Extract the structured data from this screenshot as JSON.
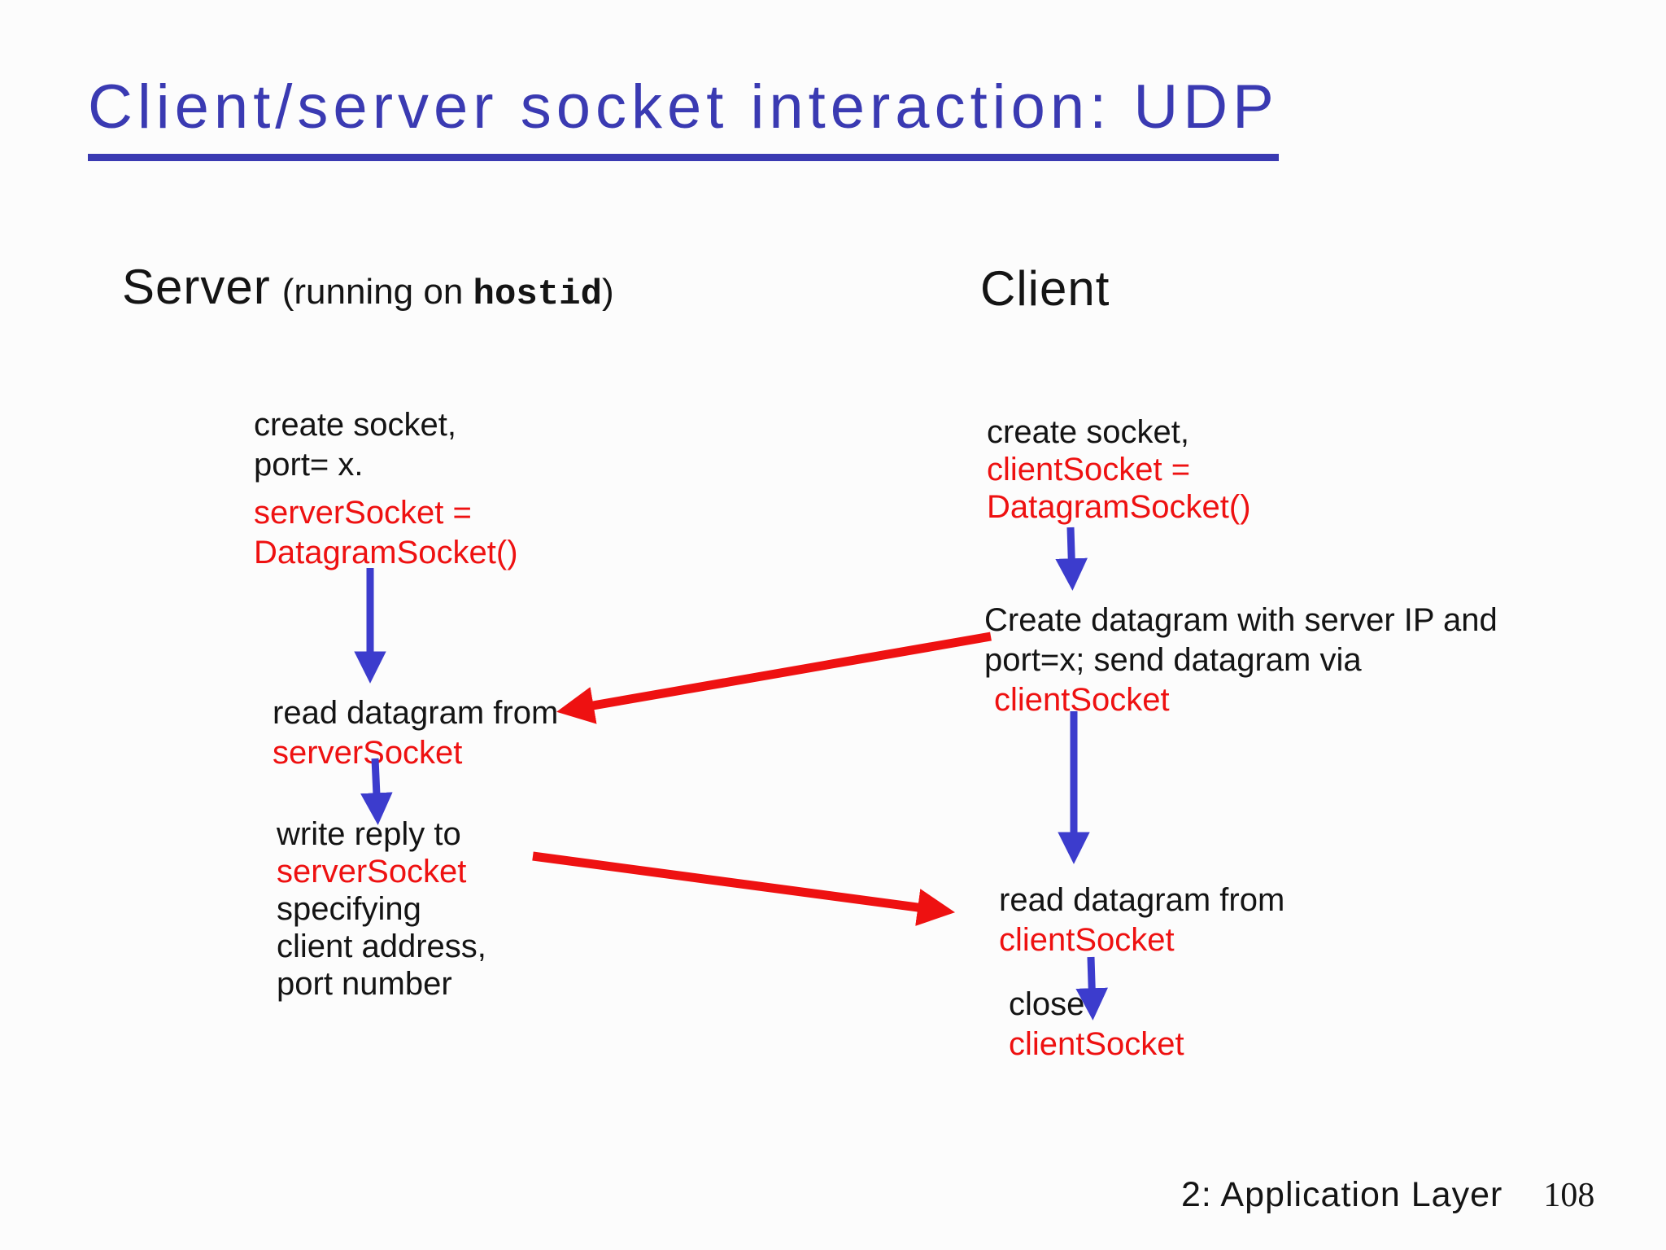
{
  "colors": {
    "title_blue": "#3a3ab2",
    "arrow_blue": "#3c3ccd",
    "accent_red": "#ee1111",
    "ink": "#141414",
    "page_bg": "#fcfcfc"
  },
  "title": "Client/server socket interaction: UDP",
  "server": {
    "heading_main": "Server",
    "heading_paren_open": "(running on ",
    "heading_hostid": "hostid",
    "heading_paren_close": ")",
    "step1": {
      "l1": "create socket,",
      "l2": "port= x.",
      "l3": "serverSocket =",
      "l4": "DatagramSocket()"
    },
    "step2": {
      "l1": "read datagram from",
      "l2": "serverSocket"
    },
    "step3": {
      "l1": "write reply to",
      "l2": "serverSocket",
      "l3": "specifying",
      "l4": "client address,",
      "l5": "port number"
    }
  },
  "client": {
    "heading_main": "Client",
    "step1": {
      "l1": "create socket,",
      "l2": "clientSocket =",
      "l3": "DatagramSocket()"
    },
    "step2": {
      "l1": "Create datagram with server IP and",
      "l2": "port=x; send datagram via",
      "l3": "clientSocket"
    },
    "step3": {
      "l1": "read datagram from",
      "l2": "clientSocket"
    },
    "step4": {
      "l1": "close",
      "l2": "clientSocket"
    }
  },
  "edges": [
    {
      "id": "server-create-to-read",
      "kind": "flow",
      "color": "blue"
    },
    {
      "id": "server-read-to-write",
      "kind": "flow",
      "color": "blue"
    },
    {
      "id": "client-create-to-send",
      "kind": "flow",
      "color": "blue"
    },
    {
      "id": "client-send-to-read",
      "kind": "flow",
      "color": "blue"
    },
    {
      "id": "client-read-to-close",
      "kind": "flow",
      "color": "blue"
    },
    {
      "id": "request-datagram-client-to-server",
      "kind": "message",
      "color": "red"
    },
    {
      "id": "reply-datagram-server-to-client",
      "kind": "message",
      "color": "red"
    }
  ],
  "footer": {
    "section": "2: Application Layer",
    "page": "108"
  }
}
